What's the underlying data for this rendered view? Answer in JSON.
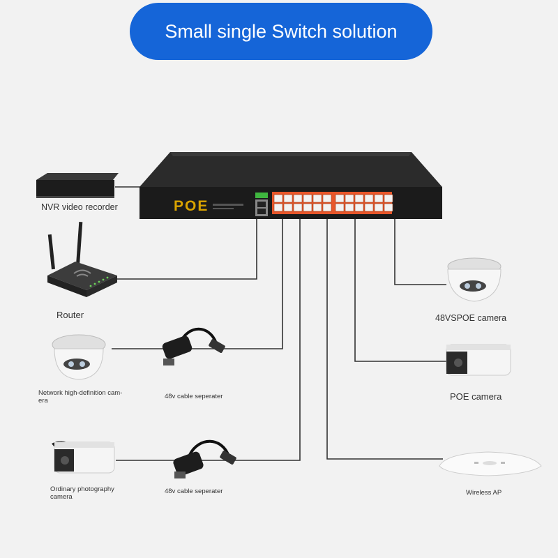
{
  "title": "Small single Switch solution",
  "switch": {
    "brand": "POE",
    "port_count": 24,
    "colors": {
      "body": "#1e1e1e",
      "ports": "#e8562a",
      "brand_text": "#d9a300",
      "uplink": "#3fb63f"
    }
  },
  "devices": {
    "nvr": "NVR video recorder",
    "router": "Router",
    "dome_camera_left": "Network high-definition cam-era",
    "separator_1": "48v cable seperater",
    "bullet_camera_left": "Ordinary photography camera",
    "separator_2": "48v cable seperater",
    "dome_camera_right": "48VSPOE camera",
    "poe_camera": "POE camera",
    "wireless_ap": "Wireless AP"
  },
  "colors": {
    "accent": "#1565d8",
    "background": "#f2f2f2",
    "line": "#333333"
  }
}
